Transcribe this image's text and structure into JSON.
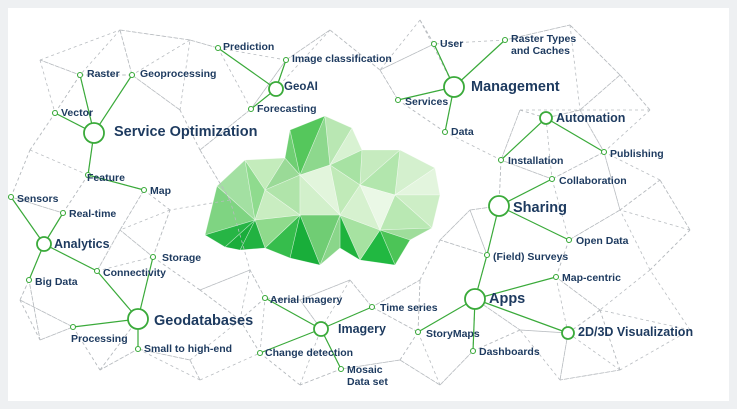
{
  "colors": {
    "text": "#1d3a5f",
    "node_stroke": "#3aaa3a",
    "edge_solid": "#3aaa3a",
    "edge_dashed": "#b8bcc0",
    "cloud_dark": "#17b338",
    "cloud_light": "#dff2d8"
  },
  "hubs": {
    "service_optimization": "Service Optimization",
    "geoai": "GeoAI",
    "management": "Management",
    "automation": "Automation",
    "sharing": "Sharing",
    "analytics": "Analytics",
    "geodatabases": "Geodatabases",
    "imagery": "Imagery",
    "apps": "Apps",
    "visualization": "2D/3D Visualization"
  },
  "items": {
    "raster": "Raster",
    "geoprocessing": "Geoprocessing",
    "vector": "Vector",
    "feature": "Feature",
    "map": "Map",
    "prediction": "Prediction",
    "image_classification": "Image classification",
    "forecasting": "Forecasting",
    "user": "User",
    "raster_types": "Raster Types\nand Caches",
    "services": "Services",
    "data": "Data",
    "installation": "Installation",
    "publishing": "Publishing",
    "collaboration": "Collaboration",
    "open_data": "Open Data",
    "field_surveys": "(Field) Surveys",
    "map_centric": "Map-centric",
    "sensors": "Sensors",
    "real_time": "Real-time",
    "big_data": "Big Data",
    "connectivity": "Connectivity",
    "storage": "Storage",
    "processing": "Processing",
    "small_to_high_end": "Small to high-end",
    "aerial_imagery": "Aerial imagery",
    "time_series": "Time series",
    "change_detection": "Change detection",
    "mosaic_data_set": "Mosaic\nData set",
    "storymaps": "StoryMaps",
    "dashboards": "Dashboards"
  }
}
